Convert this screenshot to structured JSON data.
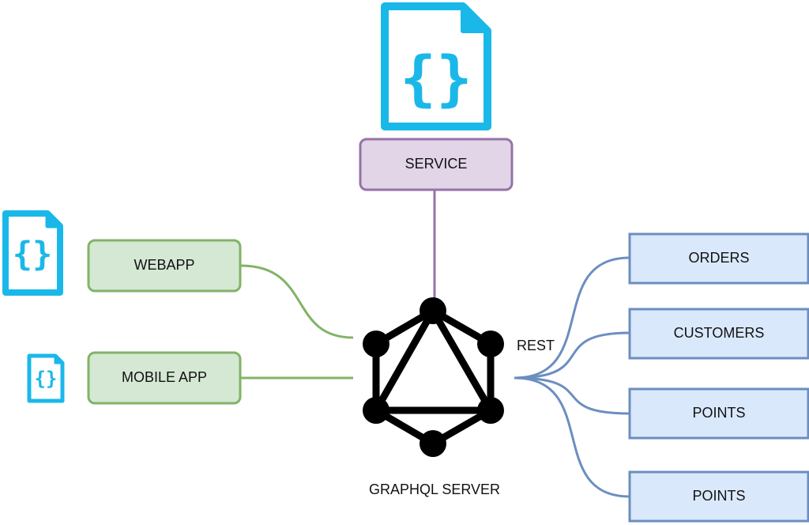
{
  "colors": {
    "document_icon": "#1ab8e8",
    "service_fill": "#e1d5e7",
    "service_stroke": "#9673a6",
    "client_fill": "#d5e8d4",
    "client_stroke": "#82b366",
    "rest_fill": "#dae8fc",
    "rest_stroke": "#6c8ebf",
    "graphql_logo": "#000000"
  },
  "icons": {
    "service_document": "document-braces-icon",
    "webapp_document": "document-braces-icon",
    "mobile_document": "document-braces-icon",
    "server_logo": "graphql-logo-icon"
  },
  "service": {
    "label": "SERVICE"
  },
  "clients": [
    {
      "label": "WEBAPP"
    },
    {
      "label": "MOBILE APP"
    }
  ],
  "server": {
    "label": "GRAPHQL SERVER"
  },
  "rest": {
    "label": "REST",
    "endpoints": [
      {
        "label": "ORDERS"
      },
      {
        "label": "CUSTOMERS"
      },
      {
        "label": "POINTS"
      },
      {
        "label": "POINTS"
      }
    ]
  }
}
